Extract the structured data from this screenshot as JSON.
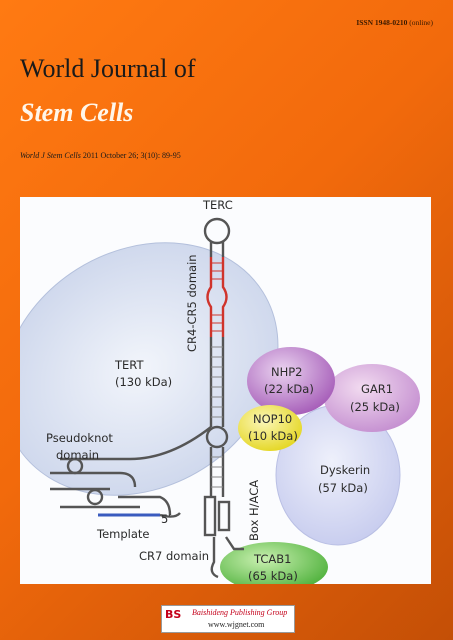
{
  "issn": {
    "text": "ISSN 1948-0210",
    "suffix": "(online)"
  },
  "journal": {
    "title_line1": "World Journal of",
    "title_line2": "Stem Cells"
  },
  "citation": {
    "journal_abbr": "World J Stem Cells",
    "details": "2011 October 26; 3(10): 89-95"
  },
  "figure": {
    "labels": {
      "terc": "TERC",
      "cr4_cr5": "CR4-CR5 domain",
      "tert_name": "TERT",
      "tert_mass": "(130 kDa)",
      "nhp2_name": "NHP2",
      "nhp2_mass": "(22 kDa)",
      "gar1_name": "GAR1",
      "gar1_mass": "(25 kDa)",
      "nop10_name": "NOP10",
      "nop10_mass": "(10 kDa)",
      "pseudoknot_line1": "Pseudoknot",
      "pseudoknot_line2": "domain",
      "dyskerin_name": "Dyskerin",
      "dyskerin_mass": "(57 kDa)",
      "five_prime": "5′",
      "template": "Template",
      "box_haca": "Box H/ACA",
      "cr7": "CR7 domain",
      "tcab1_name": "TCAB1",
      "tcab1_mass": "(65 kDa)"
    }
  },
  "publisher": {
    "name": "Baishideng Publishing Group",
    "url": "www.wjgnet.com",
    "logo_text": "BS"
  },
  "colors": {
    "background": "#f26a0c",
    "title_light": "#fff6ea",
    "rna_red": "#d0342c"
  }
}
